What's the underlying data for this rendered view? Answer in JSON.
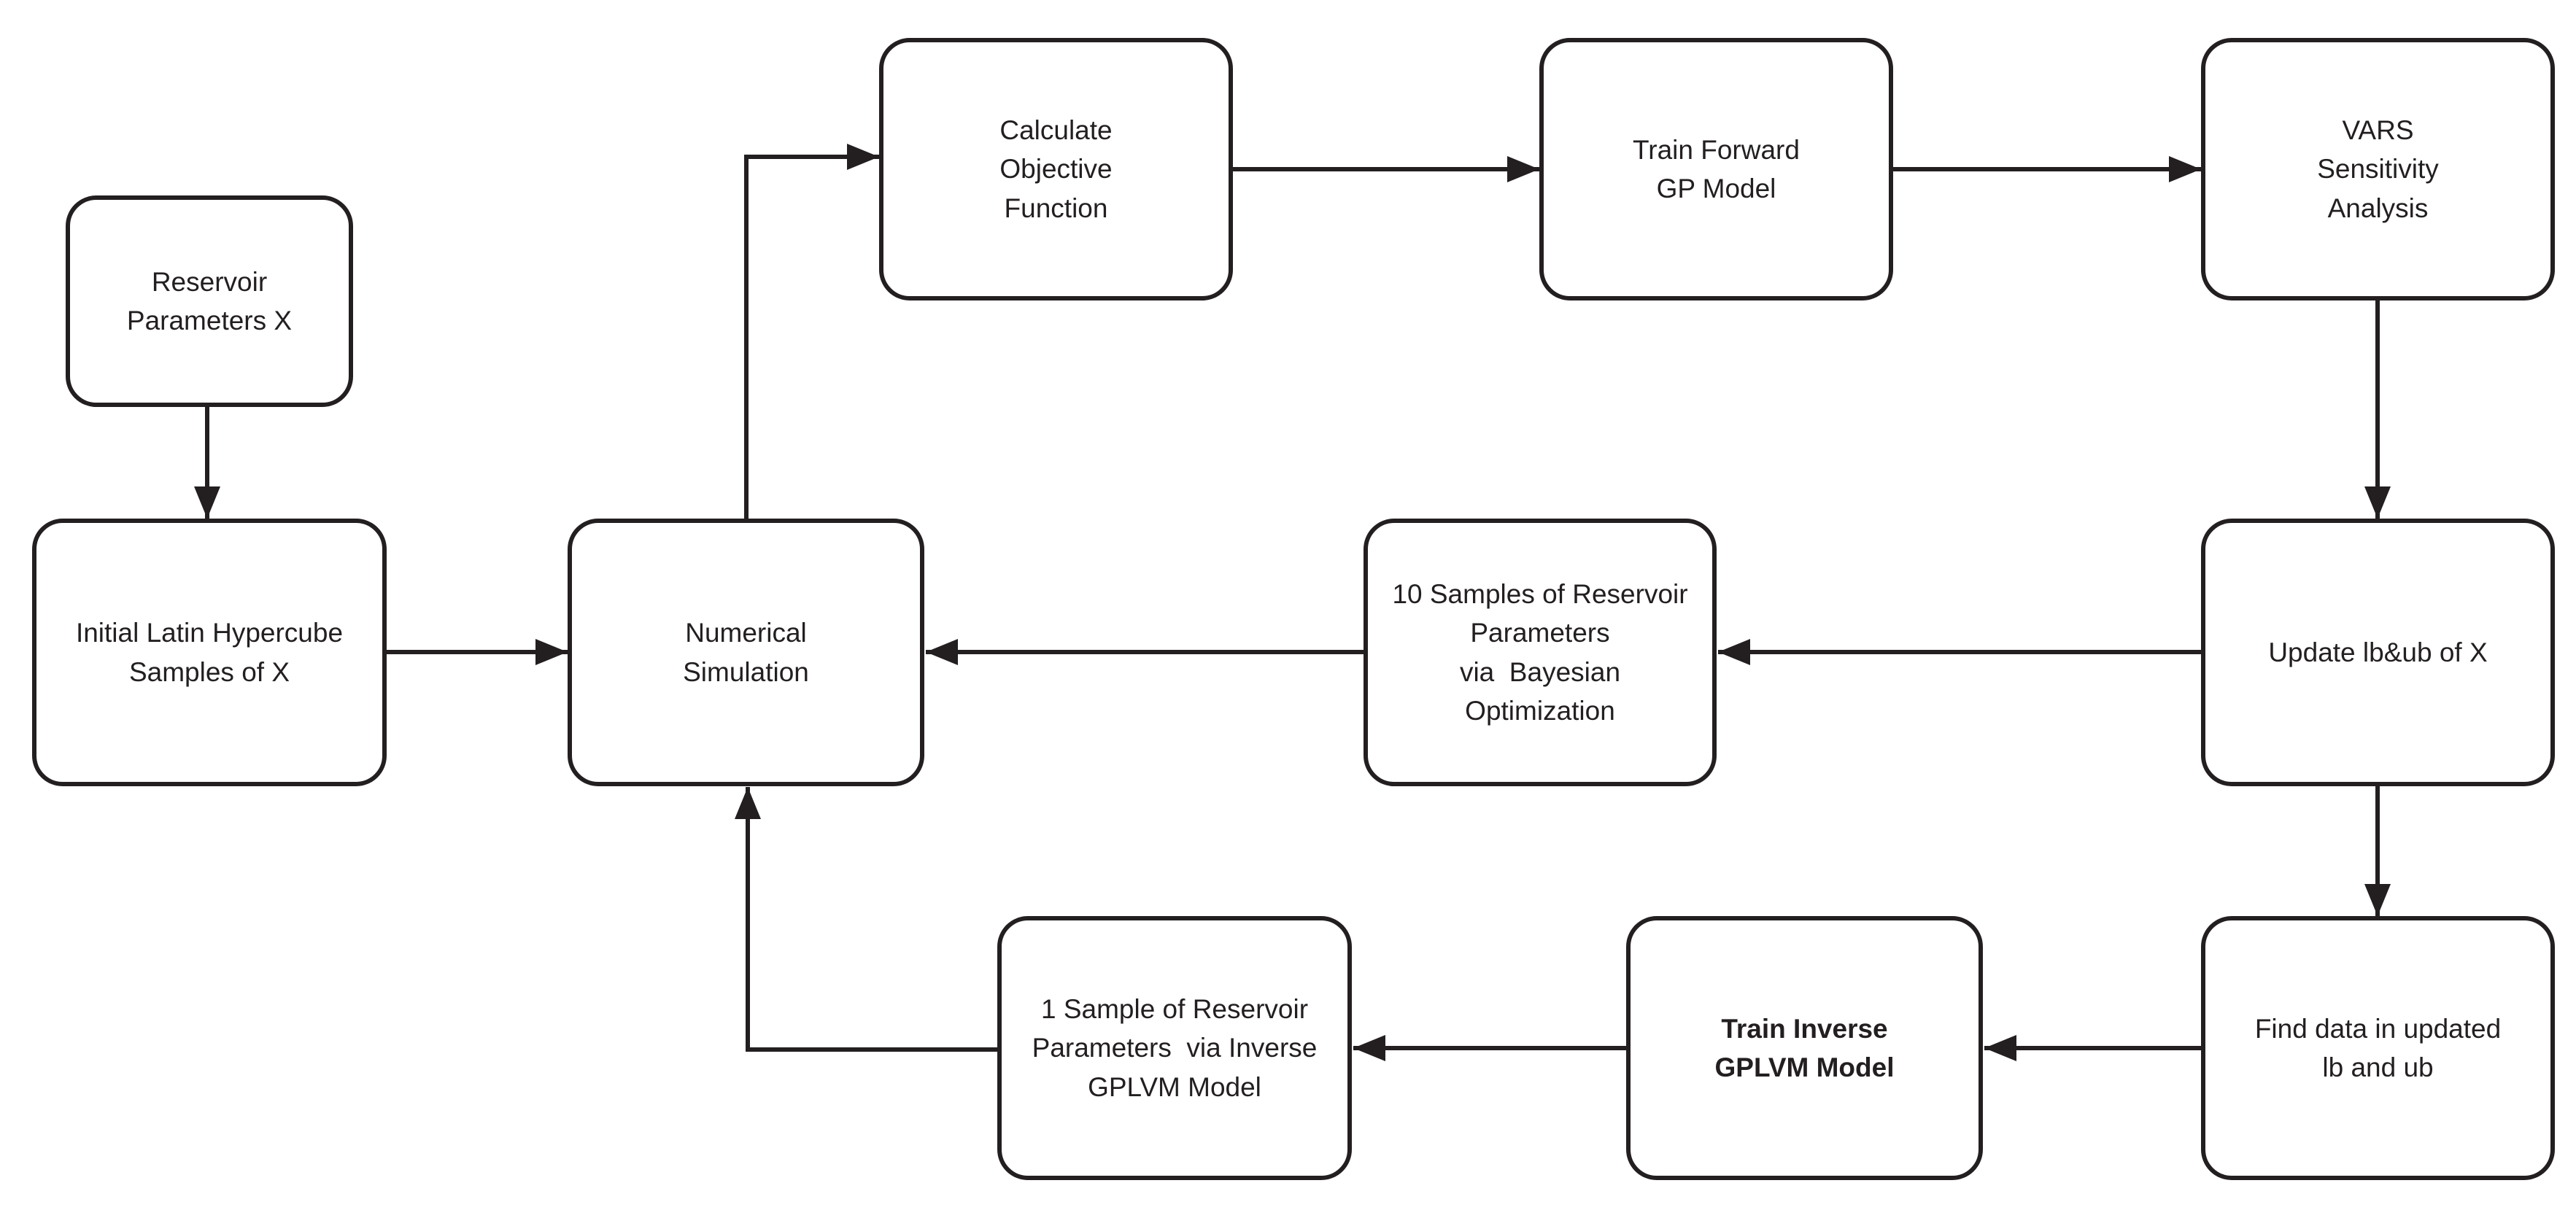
{
  "diagram": {
    "background_color": "#ffffff",
    "line_color": "#231f20",
    "text_color": "#231f20",
    "nodes": {
      "reservoir_params": {
        "id": "reservoir-parameters",
        "lines": [
          "Reservoir",
          "Parameters X"
        ]
      },
      "initial_lhs": {
        "id": "initial-latin-hypercube-samples",
        "lines": [
          "Initial Latin Hypercube",
          "Samples of X"
        ]
      },
      "numerical_sim": {
        "id": "numerical-simulation",
        "lines": [
          "Numerical",
          "Simulation"
        ]
      },
      "calc_objective": {
        "id": "calculate-objective-function",
        "lines": [
          "Calculate",
          "Objective",
          "Function"
        ]
      },
      "train_forward_gp": {
        "id": "train-forward-gp-model",
        "lines": [
          "Train Forward",
          "GP Model"
        ]
      },
      "vars": {
        "id": "vars-sensitivity-analysis",
        "lines": [
          "VARS",
          "Sensitivity",
          "Analysis"
        ]
      },
      "update_lbub": {
        "id": "update-lb-ub-of-x",
        "lines": [
          "Update lb&ub of X"
        ]
      },
      "ten_samples": {
        "id": "10-samples-bayesian-optimization",
        "lines": [
          "10 Samples of Reservoir",
          "Parameters",
          "via  Bayesian",
          "Optimization"
        ]
      },
      "find_data": {
        "id": "find-data-in-updated-bounds",
        "lines": [
          "Find data in updated",
          "lb and ub"
        ]
      },
      "train_inverse": {
        "id": "train-inverse-gplvm-model",
        "bold": true,
        "lines": [
          "Train Inverse",
          "GPLVM Model"
        ]
      },
      "one_sample": {
        "id": "1-sample-inverse-gplvm-model",
        "lines": [
          "1 Sample of Reservoir",
          "Parameters  via Inverse",
          "GPLVM Model"
        ]
      }
    },
    "edges": [
      {
        "from": "reservoir-parameters",
        "to": "initial-latin-hypercube-samples"
      },
      {
        "from": "initial-latin-hypercube-samples",
        "to": "numerical-simulation"
      },
      {
        "from": "numerical-simulation",
        "to": "calculate-objective-function"
      },
      {
        "from": "calculate-objective-function",
        "to": "train-forward-gp-model"
      },
      {
        "from": "train-forward-gp-model",
        "to": "vars-sensitivity-analysis"
      },
      {
        "from": "vars-sensitivity-analysis",
        "to": "update-lb-ub-of-x"
      },
      {
        "from": "update-lb-ub-of-x",
        "to": "10-samples-bayesian-optimization"
      },
      {
        "from": "10-samples-bayesian-optimization",
        "to": "numerical-simulation"
      },
      {
        "from": "update-lb-ub-of-x",
        "to": "find-data-in-updated-bounds"
      },
      {
        "from": "find-data-in-updated-bounds",
        "to": "train-inverse-gplvm-model"
      },
      {
        "from": "train-inverse-gplvm-model",
        "to": "1-sample-inverse-gplvm-model"
      },
      {
        "from": "1-sample-inverse-gplvm-model",
        "to": "numerical-simulation"
      }
    ]
  }
}
